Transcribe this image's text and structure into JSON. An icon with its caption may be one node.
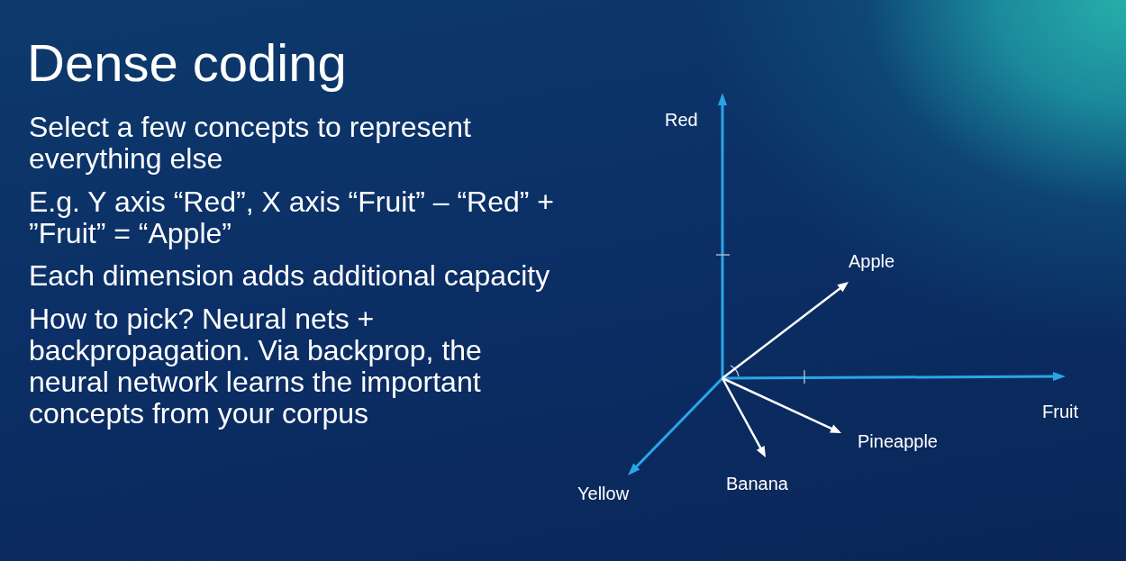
{
  "diagram": {
    "title": "Dense coding",
    "labels": [
      "Select a few concepts to represent everything else",
      "E.g. Y axis “Red”, X axis “Fruit” – “Red” + ”Fruit” = “Apple”",
      "Each dimension adds additional capacity",
      "How to pick? Neural nets + backpropagation. Via backprop, the neural network learns the important concepts from your corpus",
      "Red",
      "Apple",
      "Fruit",
      "Pineapple",
      "Banana",
      "Yellow"
    ]
  }
}
